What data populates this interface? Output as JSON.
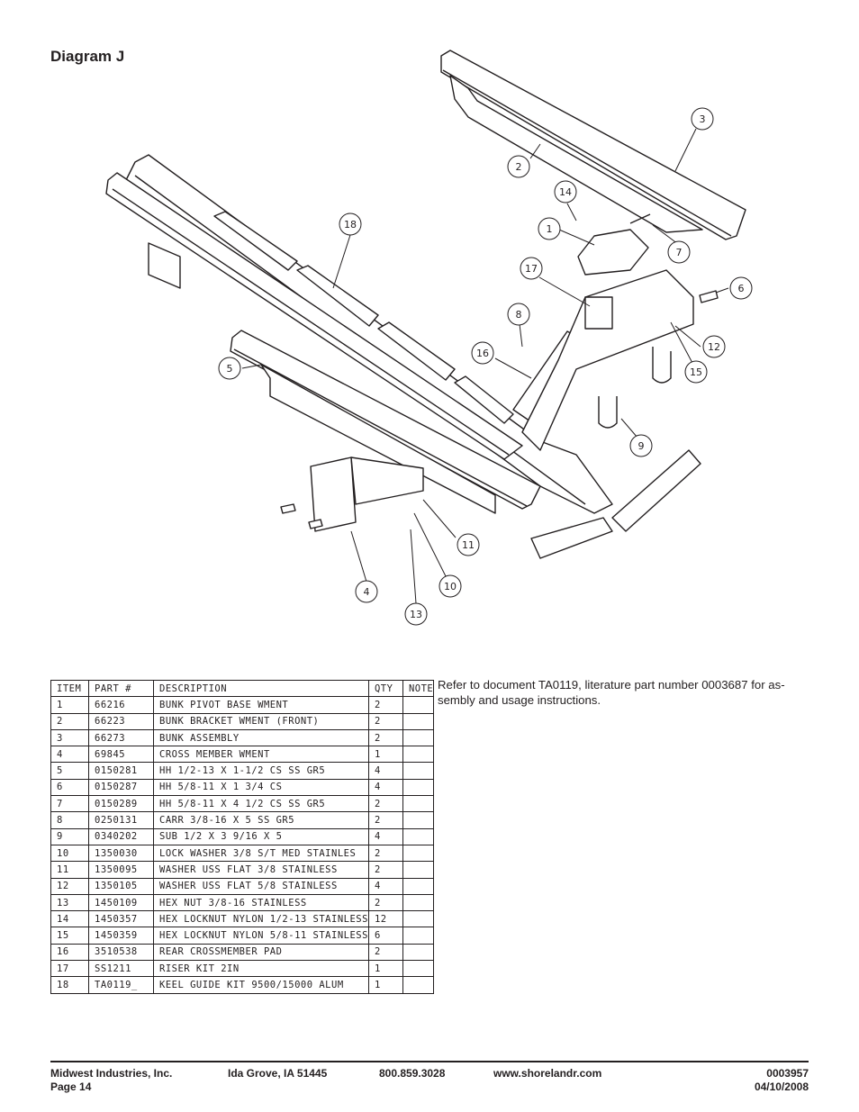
{
  "page": {
    "title": "Diagram J"
  },
  "callouts": [
    "1",
    "2",
    "3",
    "4",
    "5",
    "6",
    "7",
    "8",
    "9",
    "10",
    "11",
    "12",
    "13",
    "14",
    "15",
    "16",
    "17",
    "18"
  ],
  "table": {
    "headers": [
      "ITEM",
      "PART #",
      "DESCRIPTION",
      "QTY",
      "NOTE"
    ],
    "rows": [
      [
        "1",
        "66216",
        "BUNK PIVOT BASE WMENT",
        "2",
        ""
      ],
      [
        "2",
        "66223",
        "BUNK BRACKET WMENT (FRONT)",
        "2",
        ""
      ],
      [
        "3",
        "66273",
        "BUNK ASSEMBLY",
        "2",
        ""
      ],
      [
        "4",
        "69845",
        "CROSS MEMBER WMENT",
        "1",
        ""
      ],
      [
        "5",
        "0150281",
        "HH 1/2-13 X 1-1/2 CS SS GR5",
        "4",
        ""
      ],
      [
        "6",
        "0150287",
        "HH 5/8-11 X 1 3/4 CS",
        "4",
        ""
      ],
      [
        "7",
        "0150289",
        "HH 5/8-11 X 4 1/2 CS SS GR5",
        "2",
        ""
      ],
      [
        "8",
        "0250131",
        "CARR 3/8-16 X 5 SS GR5",
        "2",
        ""
      ],
      [
        "9",
        "0340202",
        "SUB 1/2 X 3 9/16 X 5",
        "4",
        ""
      ],
      [
        "10",
        "1350030",
        "LOCK WASHER 3/8 S/T MED STAINLES",
        "2",
        ""
      ],
      [
        "11",
        "1350095",
        "WASHER USS FLAT 3/8 STAINLESS",
        "2",
        ""
      ],
      [
        "12",
        "1350105",
        "WASHER USS FLAT 5/8 STAINLESS",
        "4",
        ""
      ],
      [
        "13",
        "1450109",
        "HEX NUT 3/8-16 STAINLESS",
        "2",
        ""
      ],
      [
        "14",
        "1450357",
        "HEX LOCKNUT NYLON 1/2-13 STAINLESS",
        "12",
        ""
      ],
      [
        "15",
        "1450359",
        "HEX LOCKNUT NYLON 5/8-11 STAINLESS",
        "6",
        ""
      ],
      [
        "16",
        "3510538",
        "REAR CROSSMEMBER PAD",
        "2",
        ""
      ],
      [
        "17",
        "SS1211",
        "RISER KIT 2IN",
        "1",
        ""
      ],
      [
        "18",
        "TA0119_",
        "KEEL GUIDE KIT 9500/15000 ALUM",
        "1",
        ""
      ]
    ]
  },
  "note": "Refer to document TA0119, literature part number 0003687 for as-sembly and usage instructions.",
  "footer": {
    "company": "Midwest Industries, Inc.",
    "page": "Page 14",
    "location": "Ida Grove, IA  51445",
    "phone": "800.859.3028",
    "website": "www.shorelandr.com",
    "doc_number": "0003957",
    "date": "04/10/2008"
  }
}
